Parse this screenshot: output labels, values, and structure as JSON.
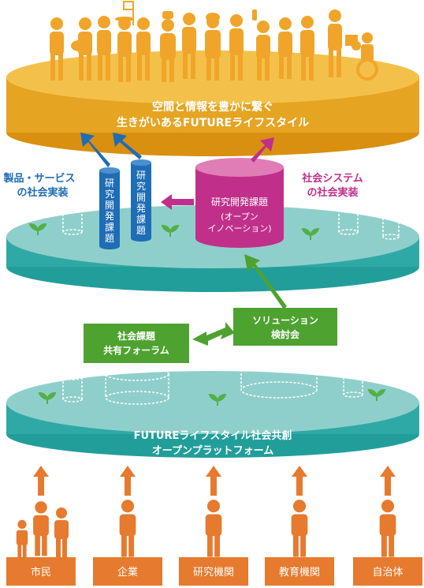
{
  "top_platform": {
    "line1": "空間と情報を豊かに繋ぐ",
    "line2": "生きがいあるFUTUREライフスタイル"
  },
  "middle": {
    "left_label": {
      "line1": "製品・サービス",
      "line2": "の社会実装"
    },
    "right_label": {
      "line1": "社会システム",
      "line2": "の社会実装"
    },
    "blue_cylinder_1": "研究開発課題",
    "blue_cylinder_2": "研究開発課題",
    "magenta_cylinder": {
      "line1": "研究開発課題",
      "line2": "(オープン",
      "line3": "イノベーション)"
    }
  },
  "forums": {
    "shared_forum": {
      "line1": "社会課題",
      "line2": "共有フォーラム"
    },
    "solution_forum": {
      "line1": "ソリューション",
      "line2": "検討会"
    }
  },
  "bottom_platform": {
    "line1": "FUTUREライフスタイル社会共創",
    "line2": "オープンプラットフォーム"
  },
  "stakeholders": [
    {
      "label": "市民"
    },
    {
      "label": "企業"
    },
    {
      "label": "研究機関"
    },
    {
      "label": "教育機関"
    },
    {
      "label": "自治体"
    }
  ],
  "colors": {
    "orange": "#E67A2E",
    "gold": "#E5A422",
    "gold_light": "#F0BB3A",
    "teal_top": "#8FCFCB",
    "teal_side": "#2FA9A5",
    "blue": "#1E6DB5",
    "magenta": "#C0308A",
    "green": "#4EA22F",
    "leaf": "#52B047",
    "people": "#F0A52A"
  }
}
